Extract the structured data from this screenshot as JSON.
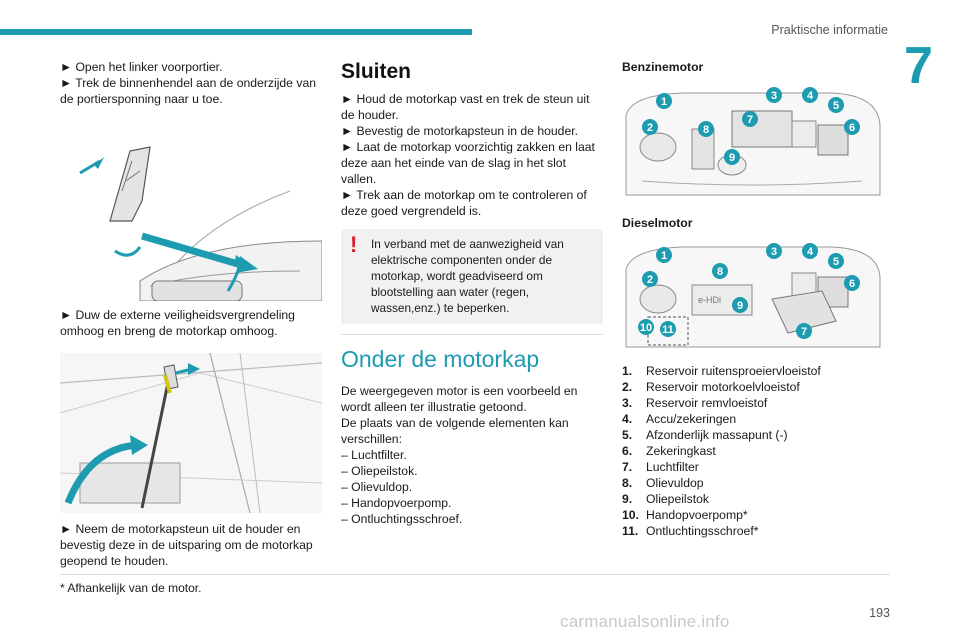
{
  "header": {
    "section_title": "Praktische informatie",
    "chapter_number": "7"
  },
  "col1": {
    "step1": "► Open het linker voorportier.",
    "step2": "► Trek de binnenhendel aan de onderzijde van de portiersponning naar u toe.",
    "step3": "► Duw de externe veiligheidsvergrendeling omhoog en breng de motorkap omhoog.",
    "step4": "► Neem de motorkapsteun uit de houder en bevestig deze in de uitsparing om de motorkap geopend te houden."
  },
  "col2": {
    "title": "Sluiten",
    "step1": "► Houd de motorkap vast en trek de steun uit de houder.",
    "step2": "► Bevestig de motorkapsteun in de houder.",
    "step3": "► Laat de motorkap voorzichtig zakken en laat deze aan het einde van de slag in het slot vallen.",
    "step4": "► Trek aan de motorkap om te controleren of deze goed vergrendeld is.",
    "warning_symbol": "!",
    "warning": "In verband met de aanwezigheid van elektrische componenten onder de motorkap, wordt geadviseerd om blootstelling aan water (regen, wassen,enz.) te beperken.",
    "title2": "Onder de motorkap",
    "intro1": "De weergegeven motor is een voorbeeld en wordt alleen ter illustratie getoond.",
    "intro2": "De plaats van de volgende elementen kan verschillen:",
    "items": [
      "– Luchtfilter.",
      "– Oliepeilstok.",
      "– Olievuldop.",
      "– Handopvoerpomp.",
      "– Ontluchtingsschroef."
    ]
  },
  "col3": {
    "petrol_title": "Benzinemotor",
    "diesel_title": "Dieselmotor",
    "petrol_callouts": [
      "1",
      "2",
      "3",
      "4",
      "5",
      "6",
      "7",
      "8",
      "9"
    ],
    "diesel_callouts": [
      "1",
      "2",
      "3",
      "4",
      "5",
      "6",
      "7",
      "8",
      "9",
      "10",
      "11"
    ],
    "diesel_badge": "e-HDi",
    "legend": [
      {
        "n": "1.",
        "t": "Reservoir ruitensproeiervloeistof"
      },
      {
        "n": "2.",
        "t": "Reservoir motorkoelvloeistof"
      },
      {
        "n": "3.",
        "t": "Reservoir remvloeistof"
      },
      {
        "n": "4.",
        "t": "Accu/zekeringen"
      },
      {
        "n": "5.",
        "t": "Afzonderlijk massapunt (-)"
      },
      {
        "n": "6.",
        "t": "Zekeringkast"
      },
      {
        "n": "7.",
        "t": "Luchtfilter"
      },
      {
        "n": "8.",
        "t": "Olievuldop"
      },
      {
        "n": "9.",
        "t": "Oliepeilstok"
      },
      {
        "n": "10.",
        "t": "Handopvoerpomp*"
      },
      {
        "n": "11.",
        "t": "Ontluchtingsschroef*"
      }
    ]
  },
  "footer": {
    "footnote": "* Afhankelijk van de motor.",
    "page_number": "193",
    "watermark": "carmanualsonline.info"
  },
  "colors": {
    "accent": "#1d9bb0",
    "warning": "#d61f2b"
  }
}
